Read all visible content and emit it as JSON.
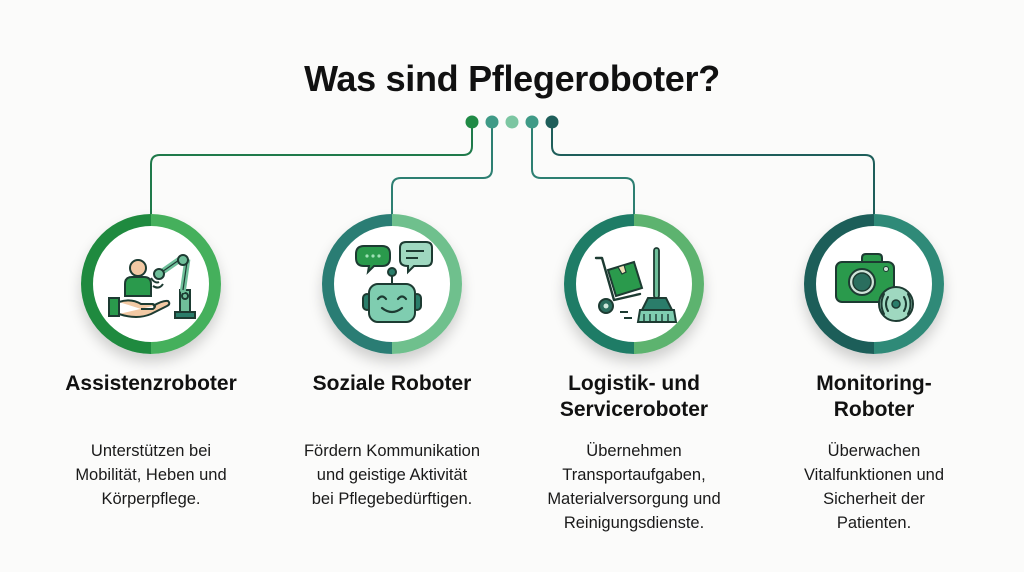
{
  "title": "Was sind Pflegeroboter?",
  "dots": [
    {
      "color": "#1f8a45"
    },
    {
      "color": "#3f9a86"
    },
    {
      "color": "#7cc6a2"
    },
    {
      "color": "#3f9a86"
    },
    {
      "color": "#1e5e5a"
    }
  ],
  "items": [
    {
      "heading_line1": "Assistenzroboter",
      "heading_line2": "",
      "desc_line1": "Unterstützen bei",
      "desc_line2": "Mobilität, Heben und",
      "desc_line3": "Körperpflege.",
      "desc_line4": "",
      "icon": "robot-arm-care-icon",
      "ring_left": "#1f8a3f",
      "ring_right": "#45b05c"
    },
    {
      "heading_line1": "Soziale Roboter",
      "heading_line2": "",
      "desc_line1": "Fördern Kommunikation",
      "desc_line2": "und geistige Aktivität",
      "desc_line3": "bei Pflegebedürftigen.",
      "desc_line4": "",
      "icon": "social-robot-chat-icon",
      "ring_left": "#2a7d74",
      "ring_right": "#6fc08d"
    },
    {
      "heading_line1": "Logistik- und",
      "heading_line2": "Serviceroboter",
      "desc_line1": "Übernehmen",
      "desc_line2": "Transportaufgaben,",
      "desc_line3": "Materialversorgung und",
      "desc_line4": "Reinigungsdienste.",
      "icon": "hand-truck-broom-icon",
      "ring_left": "#1e7c66",
      "ring_right": "#5db36f"
    },
    {
      "heading_line1": "Monitoring-",
      "heading_line2": "Roboter",
      "desc_line1": "Überwachen",
      "desc_line2": "Vitalfunktionen und",
      "desc_line3": "Sicherheit der",
      "desc_line4": "Patienten.",
      "icon": "camera-sensor-icon",
      "ring_left": "#1c5e59",
      "ring_right": "#2f8a78"
    }
  ]
}
